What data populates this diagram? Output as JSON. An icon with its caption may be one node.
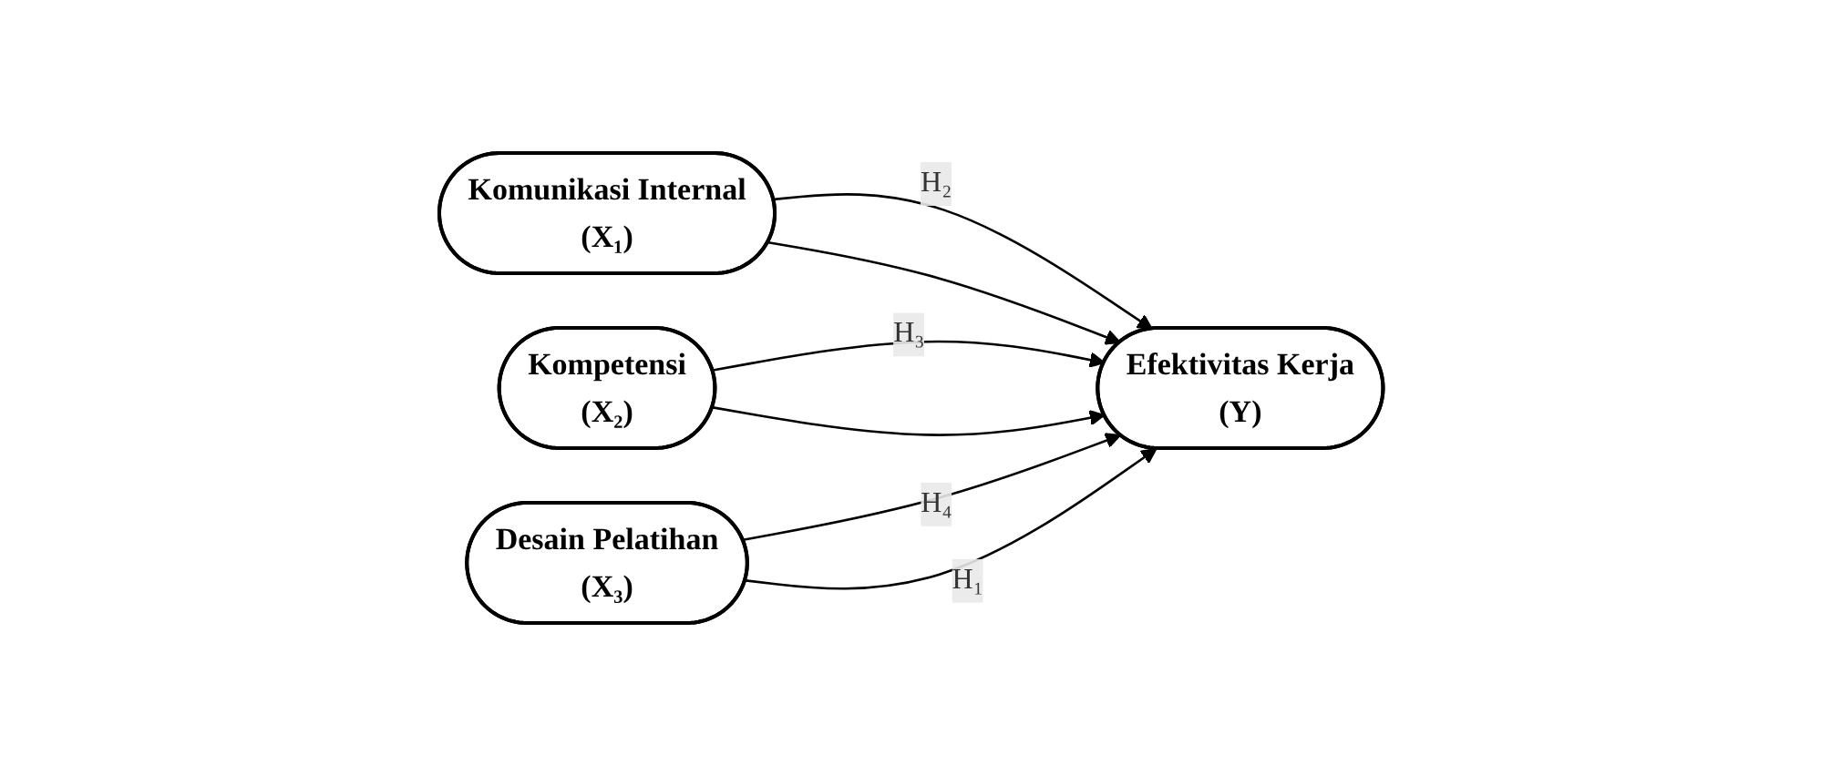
{
  "diagram": {
    "nodes": [
      {
        "text": [
          "Komunikasi Internal",
          "(X₁)"
        ]
      },
      {
        "text": [
          "Kompetensi",
          "(X₂)"
        ]
      },
      {
        "text": [
          "Desain Pelatihan",
          "(X₃)"
        ]
      },
      {
        "text": [
          "Efektivitas Kerja",
          "(Y)"
        ]
      }
    ],
    "edges": [
      {
        "from": 0,
        "to": 3,
        "arrow": "to",
        "label": "H₂"
      },
      {
        "from": 1,
        "to": 3,
        "arrow": "to",
        "label": "H₃"
      },
      {
        "from": 2,
        "to": 3,
        "arrow": "to",
        "label": "H₄"
      },
      {
        "from": 0,
        "to": 3,
        "arrow": "to"
      },
      {
        "from": 1,
        "to": 3,
        "arrow": "to"
      },
      {
        "from": 2,
        "to": 3,
        "arrow": "to",
        "label": "H₁"
      }
    ]
  }
}
